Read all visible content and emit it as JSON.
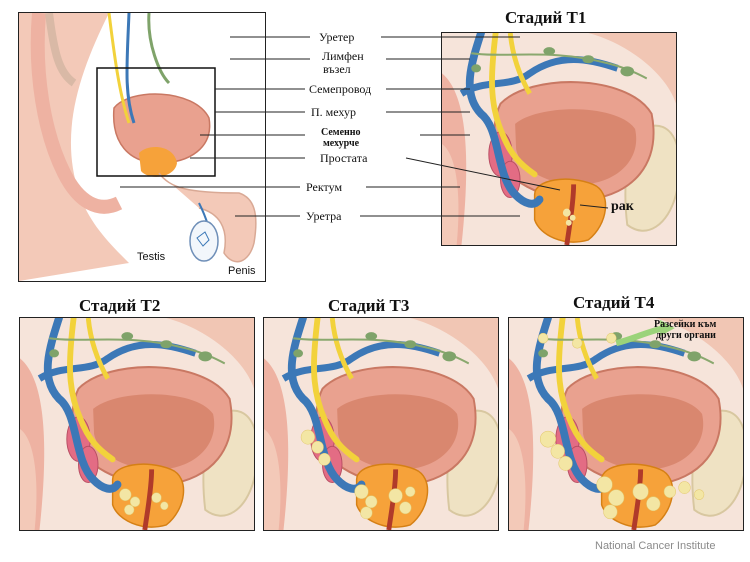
{
  "colors": {
    "tissue": "#f3c9b8",
    "bladder": "#e9a18f",
    "bladder_inner": "#d9876f",
    "prostate": "#f6a23a",
    "ureter": "#f2d23b",
    "vas_deferens": "#3c78b7",
    "vesicle": "#e36c84",
    "cancer": "#f3e6a4",
    "bone": "#efe2c3",
    "node": "#7fa36a"
  },
  "labels": {
    "ureter": "Уретер",
    "lymph_node_line1": "Лимфен",
    "lymph_node_line2": "възел",
    "vas_deferens": "Семепровод",
    "bladder": "П. мехур",
    "vesicle_line1": "Семенно",
    "vesicle_line2": "мехурче",
    "prostate": "Простата",
    "rectum": "Ректум",
    "urethra": "Уретра",
    "testis": "Testis",
    "penis": "Penis",
    "cancer": "рак"
  },
  "stages": {
    "t1": "Стадий Т1",
    "t2": "Стадий Т2",
    "t3": "Стадий Т3",
    "t4": "Стадий Т4"
  },
  "t4_note_line1": "Разсейки към",
  "t4_note_line2": "други органи",
  "credit": "National Cancer Institute"
}
